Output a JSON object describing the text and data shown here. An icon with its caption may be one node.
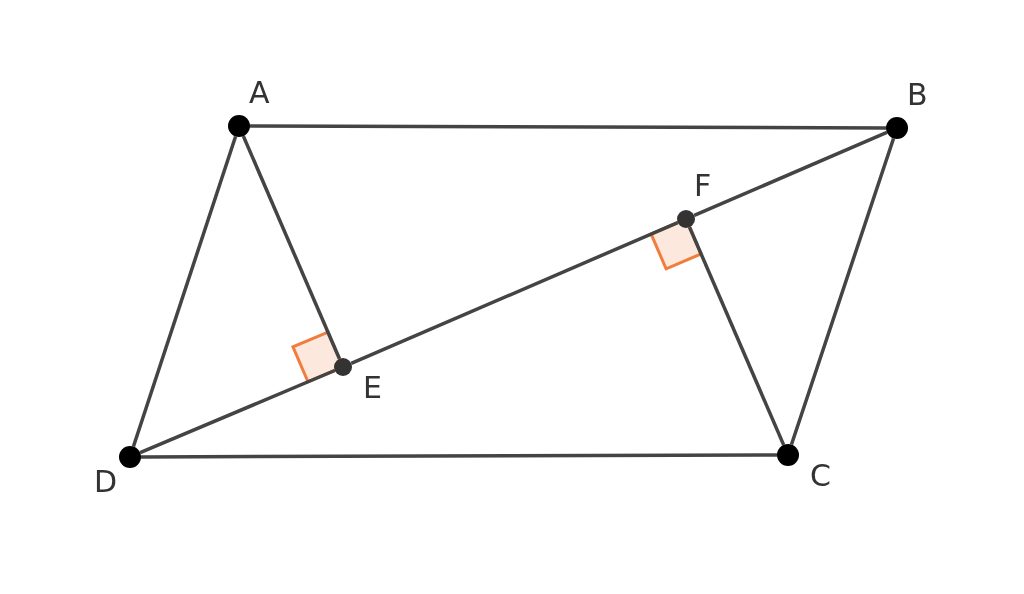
{
  "diagram": {
    "nodes": [
      {
        "text": [],
        "shape": "circle",
        "beside": [
          "A"
        ]
      },
      {
        "text": [],
        "shape": "circle",
        "beside": [
          "B"
        ]
      },
      {
        "text": [],
        "shape": "circle",
        "beside": [
          "C"
        ]
      },
      {
        "text": [],
        "shape": "circle",
        "beside": [
          "D"
        ]
      },
      {
        "text": [],
        "shape": "circle",
        "beside": [
          "E"
        ]
      },
      {
        "text": [],
        "shape": "circle",
        "beside": [
          "F"
        ]
      }
    ],
    "edges": [
      {
        "from": 0,
        "to": 1,
        "arrow": "none"
      },
      {
        "from": 1,
        "to": 2,
        "arrow": "none"
      },
      {
        "from": 2,
        "to": 3,
        "arrow": "none"
      },
      {
        "from": 3,
        "to": 0,
        "arrow": "none"
      },
      {
        "from": 3,
        "to": 4,
        "arrow": "none"
      },
      {
        "from": 4,
        "to": 5,
        "arrow": "none"
      },
      {
        "from": 5,
        "to": 1,
        "arrow": "none"
      },
      {
        "from": 0,
        "to": 4,
        "arrow": "none"
      },
      {
        "from": 5,
        "to": 2,
        "arrow": "none"
      }
    ]
  }
}
